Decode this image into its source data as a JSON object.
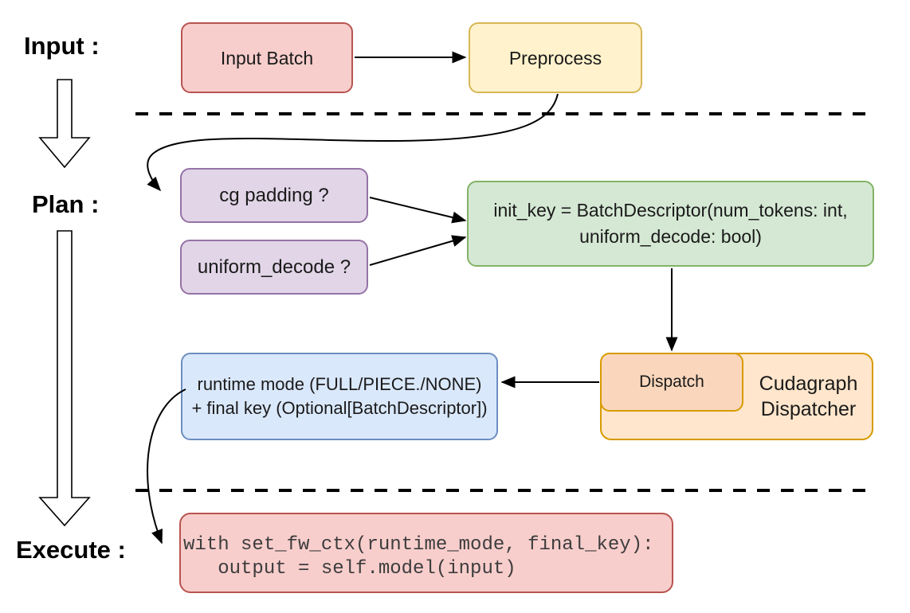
{
  "stage_labels": {
    "input": "Input :",
    "plan": "Plan :",
    "execute": "Execute :"
  },
  "nodes": {
    "input_batch": "Input Batch",
    "preprocess": "Preprocess",
    "cg_padding": "cg padding ?",
    "uniform_decode": "uniform_decode ?",
    "init_key_line1": "init_key = BatchDescriptor(num_tokens: int,",
    "init_key_line2": "uniform_decode: bool)",
    "dispatch": "Dispatch",
    "cudagraph_dispatcher_line1": "Cudagraph",
    "cudagraph_dispatcher_line2": "Dispatcher",
    "runtime_mode_line1": "runtime mode (FULL/PIECE./NONE)",
    "runtime_mode_line2": "+ final key (Optional[BatchDescriptor])",
    "execute_code_line1": "with set_fw_ctx(runtime_mode, final_key):",
    "execute_code_line2": "   output = self.model(input)"
  },
  "colors": {
    "red_fill": "#F8CECC",
    "red_stroke": "#B85450",
    "yellow_fill": "#FFF2CC",
    "yellow_stroke": "#D6B656",
    "purple_fill": "#E1D5E7",
    "purple_stroke": "#9673A6",
    "green_fill": "#D5E8D4",
    "green_stroke": "#82B366",
    "orange_fill": "#FFE6CC",
    "orange_inner_fill": "#FAD7BC",
    "orange_stroke": "#D79B00",
    "blue_fill": "#DAE8FC",
    "blue_stroke": "#6C8EBF",
    "connector": "#000000"
  }
}
